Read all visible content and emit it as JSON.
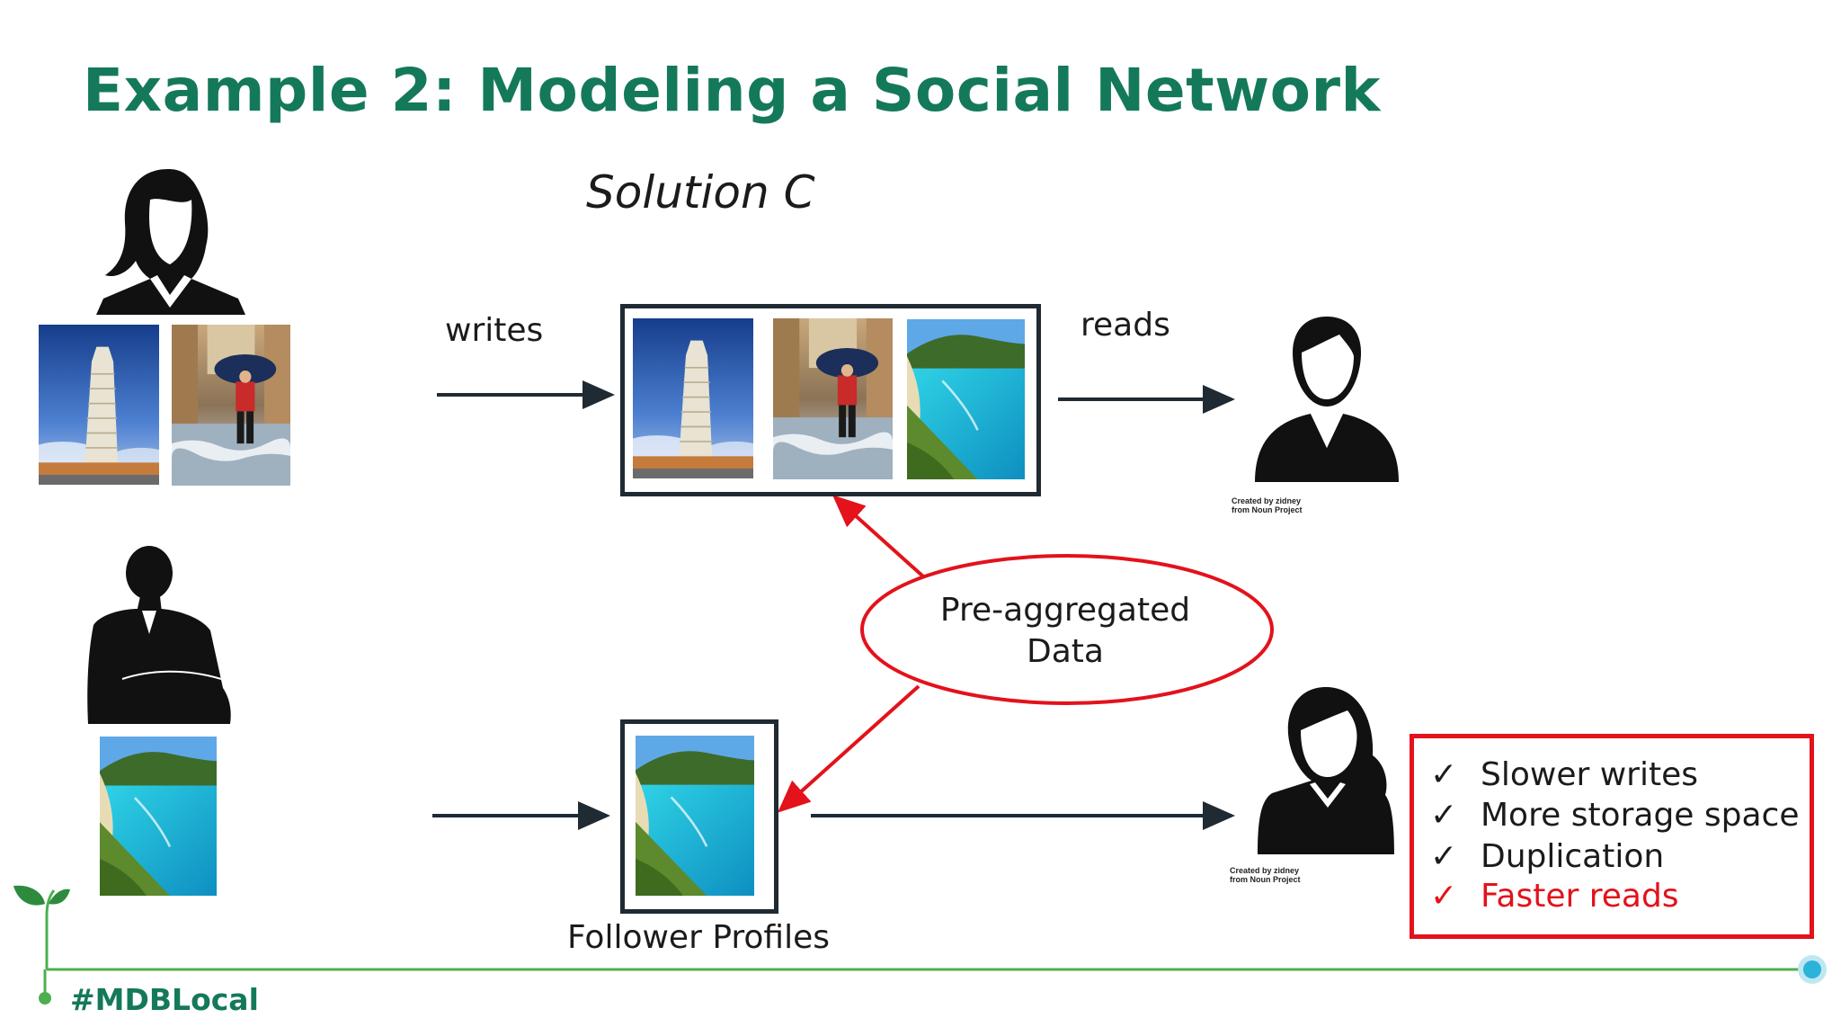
{
  "slide": {
    "title": "Example 2: Modeling a Social Network",
    "subtitle": "Solution C"
  },
  "diagram": {
    "writes_label": "writes",
    "reads_label": "reads",
    "ellipse_label_line1": "Pre-aggregated",
    "ellipse_label_line2": "Data",
    "follower_label": "Follower Profiles",
    "credit_top_line1": "Created by zidney",
    "credit_top_line2": "from Noun Project",
    "credit_bottom_line1": "Created by zidney",
    "credit_bottom_line2": "from Noun Project"
  },
  "checklist": {
    "items": [
      {
        "label": "Slower writes",
        "mark": "✓"
      },
      {
        "label": "More storage space",
        "mark": "✓"
      },
      {
        "label": "Duplication",
        "mark": "✓"
      },
      {
        "label": "Faster reads",
        "mark": "✓"
      }
    ]
  },
  "footer": {
    "hashtag": "#MDBLocal"
  },
  "colors": {
    "brand_green": "#14795a",
    "highlight_red": "#e3121b",
    "frame_dark": "#1f2a33"
  }
}
